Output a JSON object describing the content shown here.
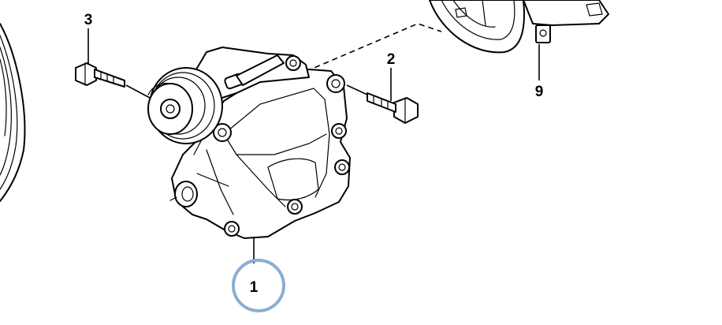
{
  "callouts": [
    {
      "id": "bracket",
      "label": "1",
      "highlighted": true
    },
    {
      "id": "bolt-right",
      "label": "2",
      "highlighted": false
    },
    {
      "id": "bolt-left",
      "label": "3",
      "highlighted": false
    },
    {
      "id": "pulley-bolt",
      "label": "9",
      "highlighted": false
    }
  ],
  "colors": {
    "highlight_ring": "#8aaed4",
    "line": "#000000",
    "background": "#ffffff"
  }
}
